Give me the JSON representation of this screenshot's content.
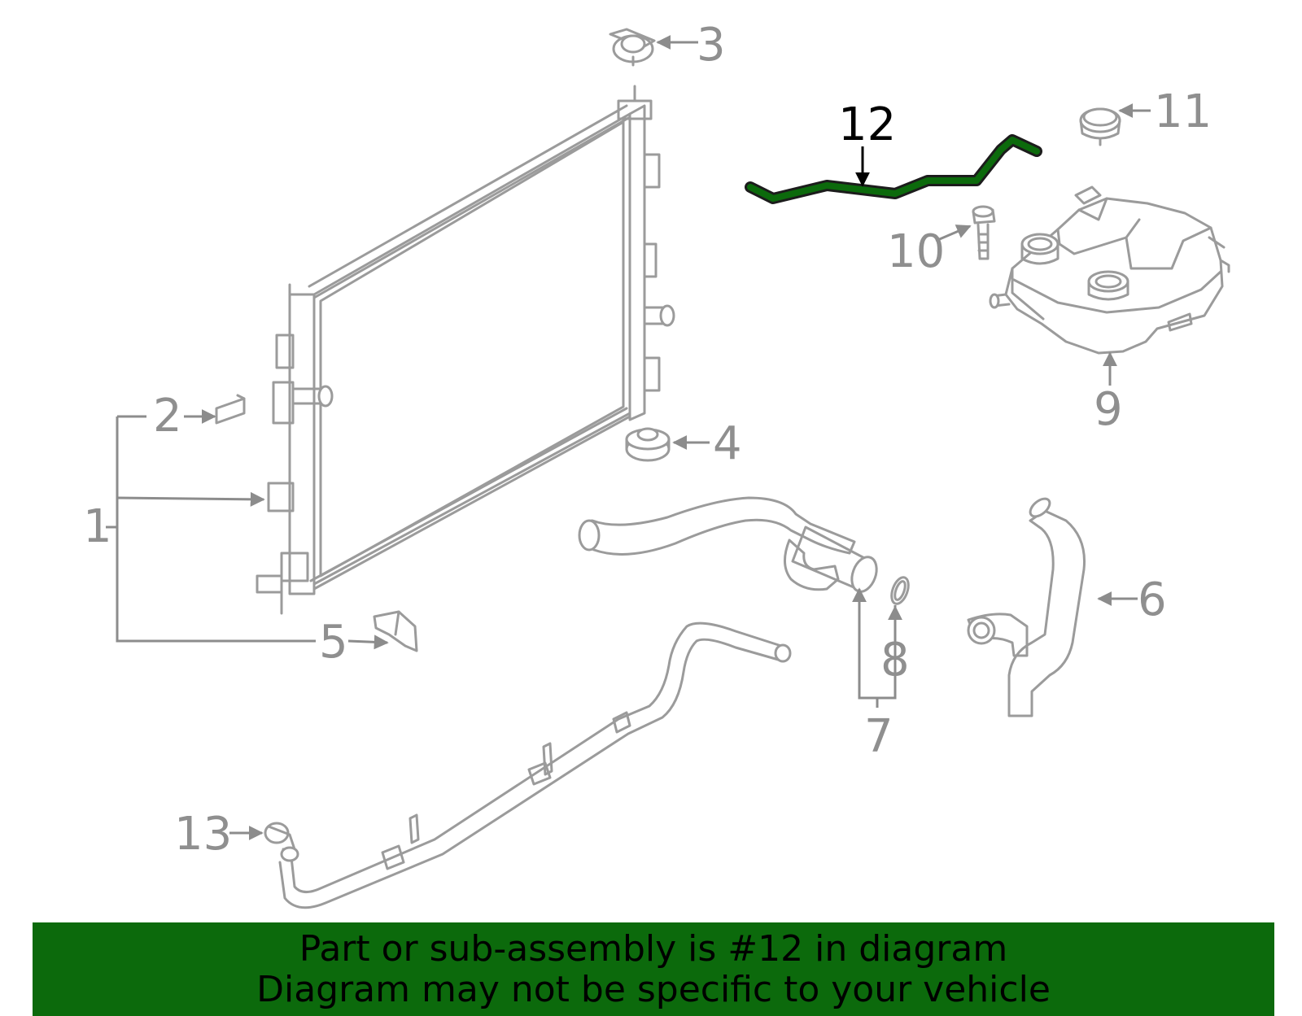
{
  "diagram": {
    "highlight_color": "#0c6a0c",
    "line_color": "#9b9b9b",
    "callouts": {
      "c1": "1",
      "c2": "2",
      "c3": "3",
      "c4": "4",
      "c5": "5",
      "c6": "6",
      "c7": "7",
      "c8": "8",
      "c9": "9",
      "c10": "10",
      "c11": "11",
      "c12": "12",
      "c13": "13"
    },
    "highlighted_callout": "12"
  },
  "banner": {
    "line1": "Part or sub-assembly is #12 in diagram",
    "line2": "Diagram may not be specific to your vehicle",
    "background": "#0c6a0c"
  }
}
